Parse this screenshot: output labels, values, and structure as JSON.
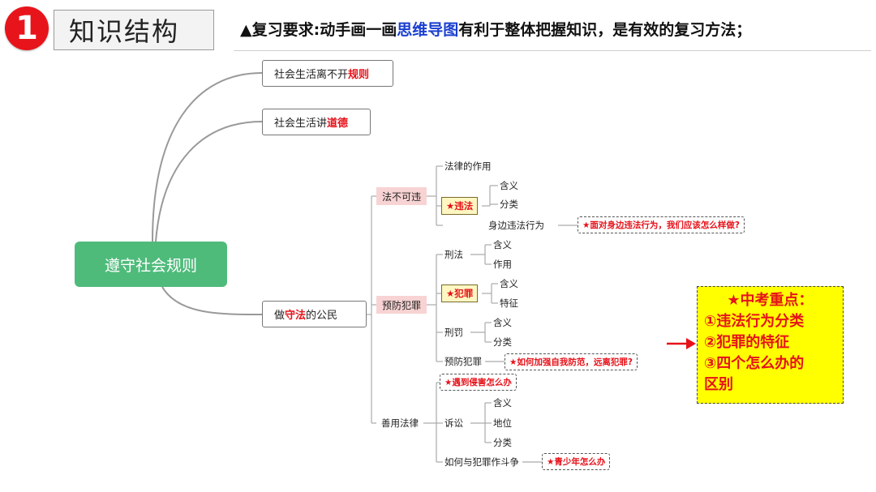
{
  "header": {
    "badge_number": "1",
    "title": "知识结构",
    "requirement_pre": "▲复习要求:动手画一画",
    "requirement_highlight": "思维导图",
    "requirement_post": "有利于整体把握知识，是有效的复习方法；"
  },
  "mindmap": {
    "root": "遵守社会规则",
    "branch_rules": {
      "pre": "社会生活离不开",
      "highlight": "规则"
    },
    "branch_morality": {
      "pre": "社会生活讲",
      "highlight": "道德"
    },
    "branch_law": {
      "pre": "做",
      "highlight": "守法",
      "post": "的公民"
    },
    "law_sub": {
      "fbkw": {
        "label": "法不可违",
        "items": {
          "role": "法律的作用",
          "violation": "★违法",
          "violation_children": [
            "含义",
            "分类"
          ],
          "nearby": "身边违法行为",
          "nearby_note": "★面对身边违法行为，我们应该怎么样做?"
        }
      },
      "prevent": {
        "label": "预防犯罪",
        "criminal_law": "刑法",
        "criminal_law_children": [
          "含义",
          "作用"
        ],
        "crime": "★犯罪",
        "crime_children": [
          "含义",
          "特征"
        ],
        "penalty": "刑罚",
        "penalty_children": [
          "含义",
          "分类"
        ],
        "prevent_item": "预防犯罪",
        "prevent_note": "★如何加强自我防范，远离犯罪?"
      },
      "use_law": {
        "label": "善用法律",
        "harm_note": "★遇到侵害怎么办",
        "lawsuit": "诉讼",
        "lawsuit_children": [
          "含义",
          "地位",
          "分类"
        ],
        "fight": "如何与犯罪作斗争",
        "fight_note": "★青少年怎么办"
      }
    }
  },
  "focus": {
    "title": "★中考重点：",
    "points": [
      "①违法行为分类",
      "②犯罪的特征",
      "③四个怎么办的",
      "区别"
    ]
  },
  "colors": {
    "accent_red": "#e6121a",
    "root_green": "#4fbb7b",
    "highlight_yellow": "#ffff00",
    "blue": "#1a3fcf"
  }
}
